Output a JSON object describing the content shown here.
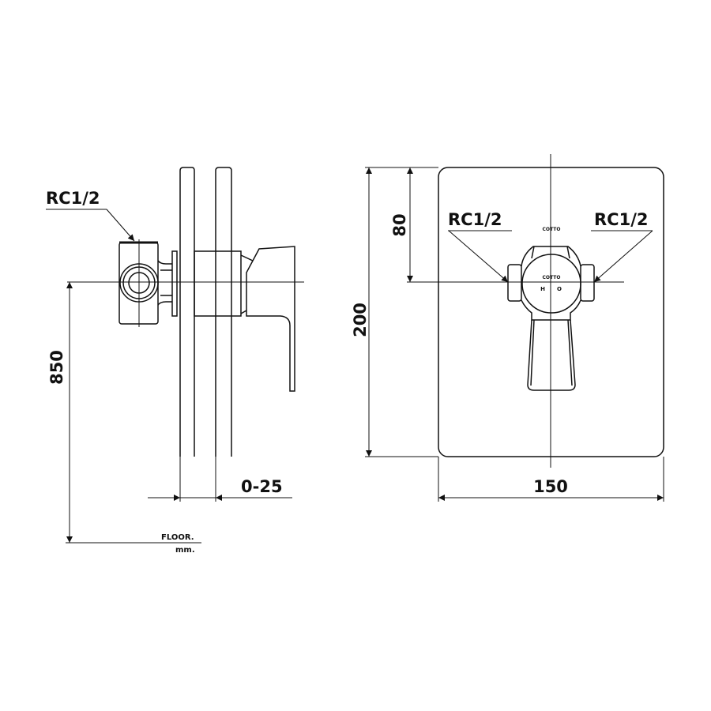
{
  "side_view": {
    "inlet_label": "RC1/2",
    "height_dimension": "850",
    "wall_adjust_dimension": "0-25",
    "floor_label": "FLOOR.",
    "unit_label": "mm."
  },
  "front_view": {
    "inlet_left_label": "RC1/2",
    "inlet_right_label": "RC1/2",
    "height_dimension": "200",
    "center_dimension": "80",
    "width_dimension": "150",
    "brand_plate_text": "COTTO",
    "brand_handle_text": "COTTO",
    "hot_mark": "H",
    "cold_mark": "O"
  },
  "colors": {
    "line": "#111111",
    "background": "#ffffff"
  }
}
